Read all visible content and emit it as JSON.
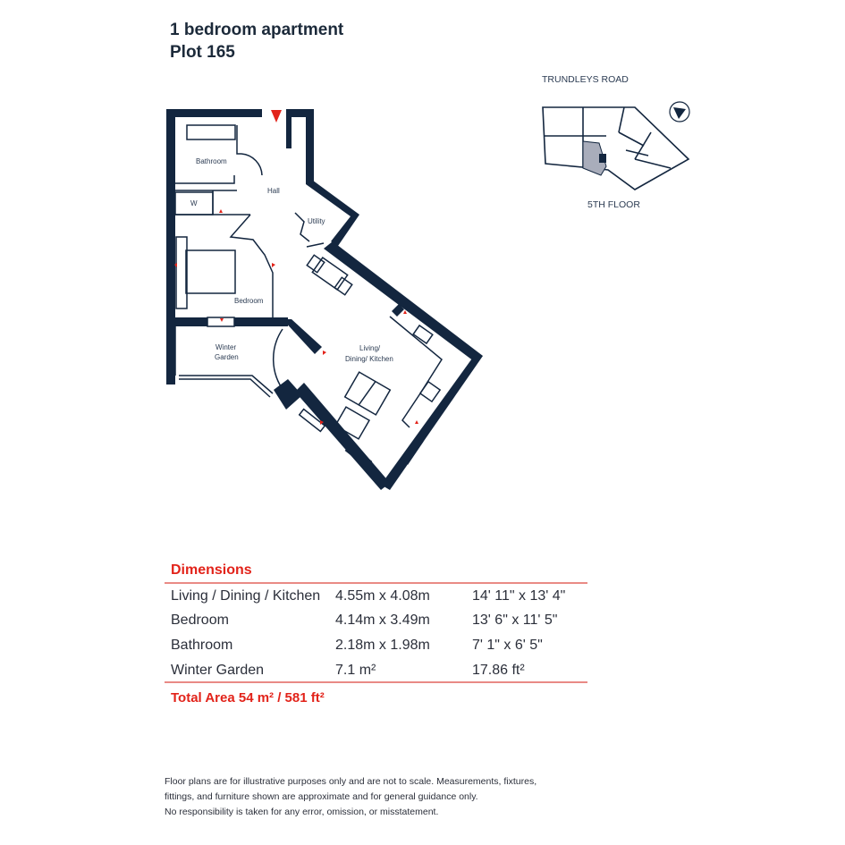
{
  "header": {
    "title": "1 bedroom apartment",
    "plot": "Plot 165"
  },
  "keyplan": {
    "road": "TRUNDLEYS ROAD",
    "floor": "5TH FLOOR",
    "compass_icon": "north-arrow-icon"
  },
  "floorplan": {
    "rooms": {
      "bathroom": "Bathroom",
      "hall": "Hall",
      "wardrobe": "W",
      "utility": "Utility",
      "bedroom": "Bedroom",
      "winter_garden_1": "Winter",
      "winter_garden_2": "Garden",
      "living_1": "Living/",
      "living_2": "Dining/ Kitchen"
    },
    "wall_color": "#13263f",
    "accent_color": "#e2231a"
  },
  "dimensions": {
    "heading": "Dimensions",
    "rows": [
      {
        "room": "Living / Dining / Kitchen",
        "metric": "4.55m x 4.08m",
        "imperial": "14' 11\" x 13' 4\""
      },
      {
        "room": "Bedroom",
        "metric": "4.14m x 3.49m",
        "imperial": "13' 6\" x 11' 5\""
      },
      {
        "room": "Bathroom",
        "metric": "2.18m x 1.98m",
        "imperial": "7' 1\" x 6' 5\""
      },
      {
        "room": "Winter Garden",
        "metric": "7.1 m²",
        "imperial": "17.86 ft²"
      }
    ],
    "total": "Total Area 54 m² / 581 ft²"
  },
  "disclaimer": {
    "line1": "Floor plans are for illustrative purposes only and are not to scale. Measurements, fixtures,",
    "line2": "fittings, and furniture shown are approximate and for general guidance only.",
    "line3": "No responsibility is taken for any error, omission, or misstatement."
  }
}
